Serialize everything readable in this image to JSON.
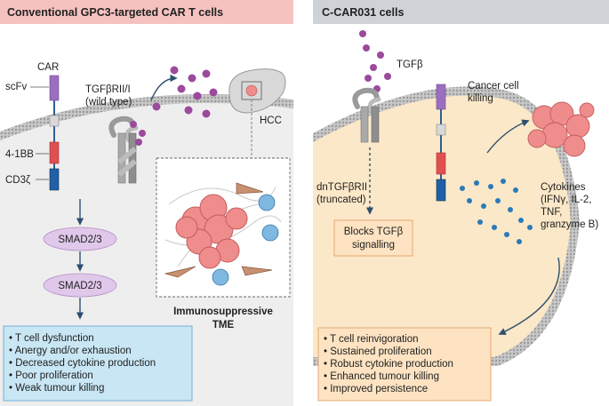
{
  "panels": {
    "left": {
      "title": "Conventional GPC3-targeted CAR T cells",
      "car_labels": {
        "car": "CAR",
        "scfv": "scFv",
        "costim": "4-1BB",
        "cd3": "CD3ζ"
      },
      "receptor_label_1": "TGFβRII/I",
      "receptor_label_2": "(wild type)",
      "liver_label": "HCC",
      "smad1": "SMAD2/3",
      "smad2": "SMAD2/3",
      "tme_label_1": "Immunosuppressive",
      "tme_label_2": "TME",
      "outcomes": [
        "T cell dysfunction",
        "Anergy and/or exhaustion",
        "Decreased cytokine production",
        "Poor proliferation",
        "Weak tumour killing"
      ]
    },
    "right": {
      "title": "C-CAR031 cells",
      "tgfb_label": "TGFβ",
      "receptor_label_1": "dnTGFβRII",
      "receptor_label_2": "(truncated)",
      "block_label_1": "Blocks TGFβ",
      "block_label_2": "signalling",
      "killing_label_1": "Cancer cell",
      "killing_label_2": "killing",
      "cytokine_lines": [
        "Cytokines",
        "(IFNγ, IL-2,",
        "TNF,",
        "granzyme B)"
      ],
      "outcomes": [
        "T cell reinvigoration",
        "Sustained proliferation",
        "Robust cytokine production",
        "Enhanced tumour killing",
        "Improved persistence"
      ]
    }
  },
  "colors": {
    "left_header": "#f6c2c0",
    "right_header": "#cfd3d8",
    "membrane": "#bdbdbd",
    "cell_left": "#eeeeee",
    "cell_right": "#fbe8c8",
    "outcome_left": "#c9e6f4",
    "outcome_right": "#fde3c2",
    "smad": "#e0c8ea",
    "tgfb": "#9b4a9c",
    "cytokine": "#2a7ab8",
    "tumour": "#ef8c8c"
  }
}
